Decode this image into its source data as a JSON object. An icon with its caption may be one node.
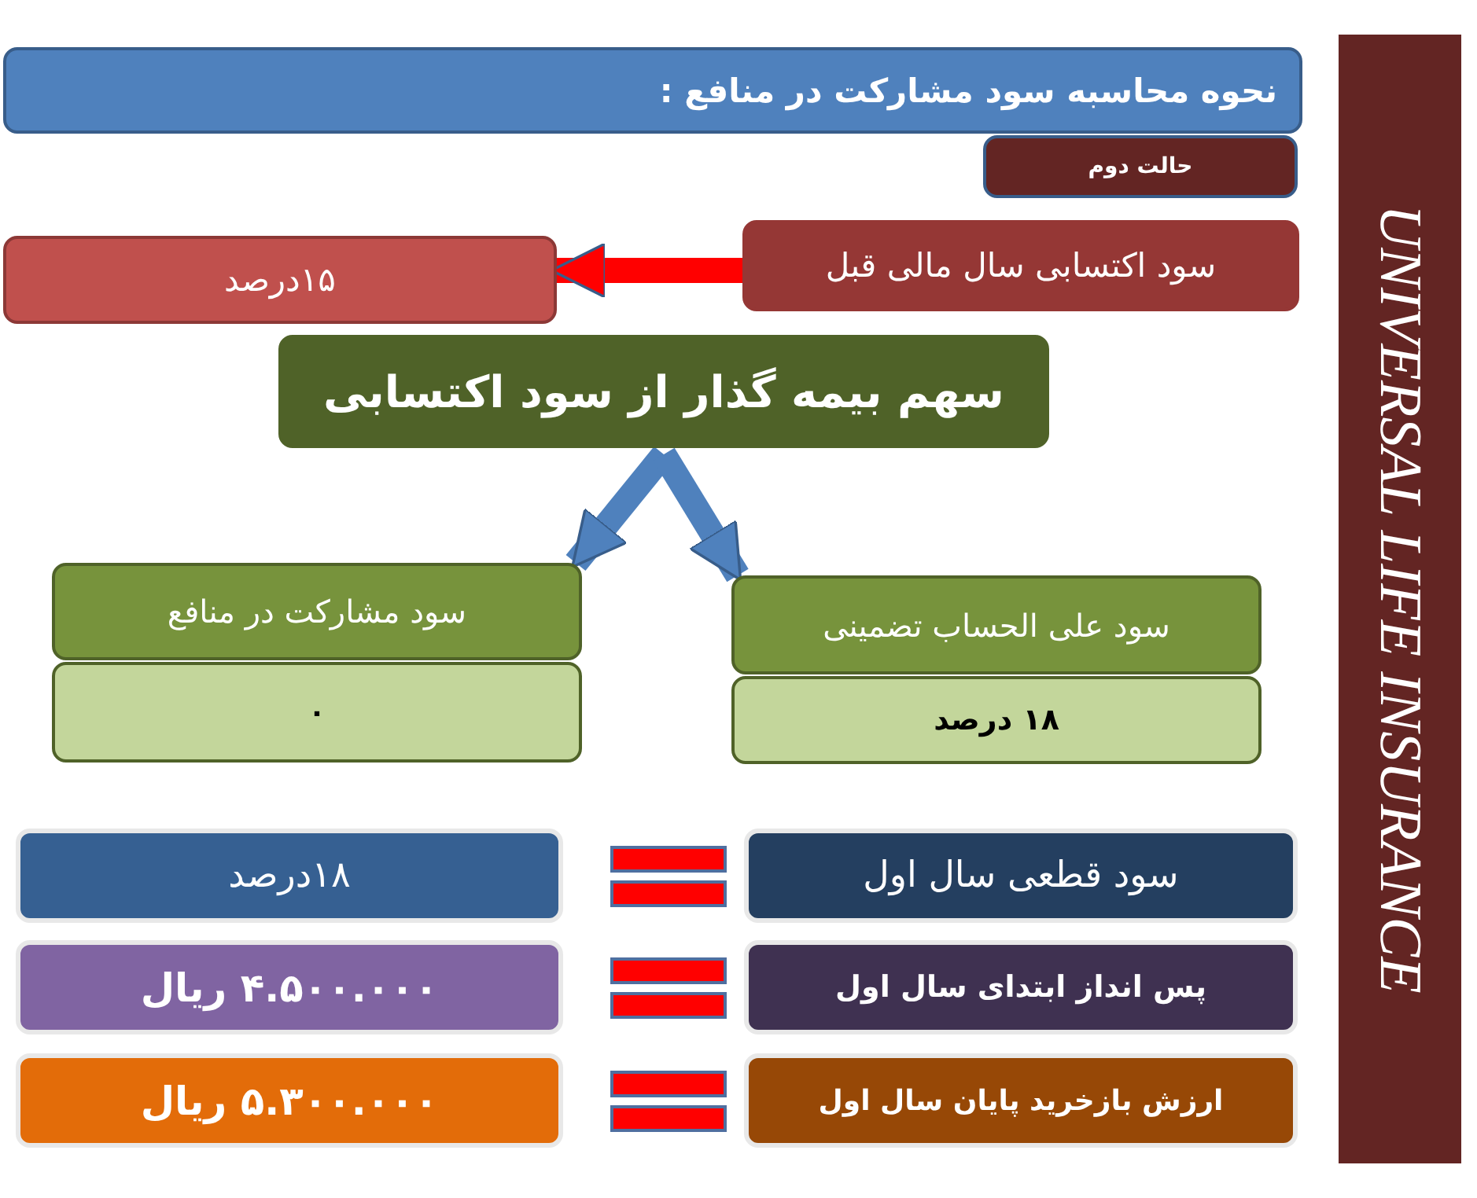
{
  "diagram": {
    "nodes": [
      {
        "text": [
          "نحوه محاسبه سود مشارکت در منافع :"
        ]
      },
      {
        "text": [
          "حالت دوم"
        ]
      },
      {
        "text": [
          "سود اکتسابی سال مالی قبل"
        ]
      },
      {
        "text": [
          "۱۵درصد"
        ]
      },
      {
        "text": [
          "سهم بیمه گذار از سود اکتسابی"
        ]
      },
      {
        "text": [
          "سود مشارکت در منافع"
        ]
      },
      {
        "text": [
          "۰"
        ]
      },
      {
        "text": [
          "سود علی الحساب تضمینی"
        ]
      },
      {
        "text": [
          "۱۸ درصد"
        ]
      },
      {
        "text": [
          "سود قطعی سال اول"
        ]
      },
      {
        "text": [
          "۱۸درصد"
        ]
      },
      {
        "text": [
          "پس انداز  ابتدای سال اول"
        ]
      },
      {
        "text": [
          "۴.۵۰۰.۰۰۰ ریال"
        ]
      },
      {
        "text": [
          "ارزش بازخرید پایان سال اول"
        ]
      },
      {
        "text": [
          "۵.۳۰۰.۰۰۰ ریال"
        ]
      },
      {
        "text": [
          "UNIVERSAL LIFE INSURANCE"
        ]
      }
    ],
    "edges": [
      {
        "from": 2,
        "to": 3,
        "arrow": "to",
        "color": "#ff0000"
      },
      {
        "from": 4,
        "to": 5,
        "arrow": "to",
        "color": "#4f81bd"
      },
      {
        "from": 4,
        "to": 7,
        "arrow": "to",
        "color": "#4f81bd"
      }
    ]
  }
}
